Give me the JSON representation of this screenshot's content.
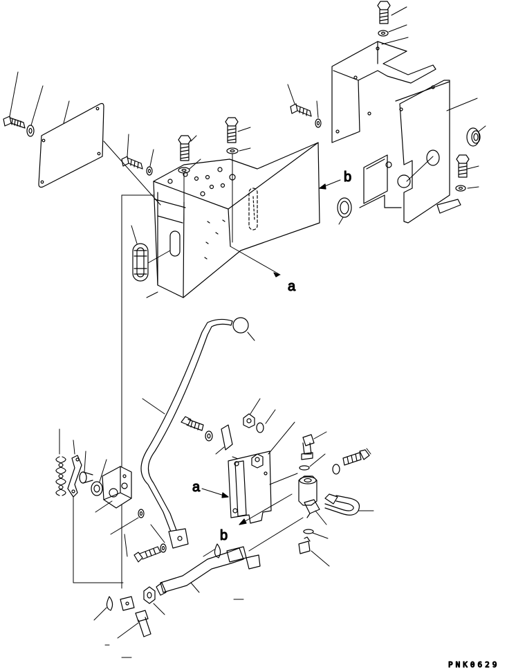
{
  "drawing": {
    "code": "PNK0629",
    "callouts": {
      "a_top": "a",
      "b_top": "b",
      "a_bottom": "a",
      "b_bottom": "b"
    }
  },
  "colors": {
    "line": "#000000",
    "background": "#ffffff"
  }
}
